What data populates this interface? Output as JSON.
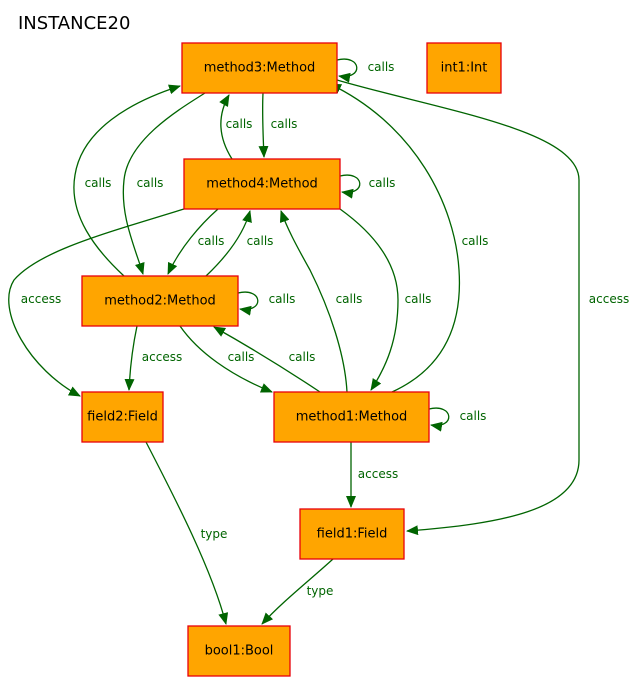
{
  "diagram": {
    "title": "INSTANCE20",
    "colors": {
      "node_fill": "#FFA500",
      "node_border": "#E8000B",
      "edge": "#006400",
      "text": "#000000"
    },
    "nodes": [
      {
        "id": "method3",
        "label": "method3:Method"
      },
      {
        "id": "int1",
        "label": "int1:Int"
      },
      {
        "id": "method4",
        "label": "method4:Method"
      },
      {
        "id": "method2",
        "label": "method2:Method"
      },
      {
        "id": "field2",
        "label": "field2:Field"
      },
      {
        "id": "method1",
        "label": "method1:Method"
      },
      {
        "id": "field1",
        "label": "field1:Field"
      },
      {
        "id": "bool1",
        "label": "bool1:Bool"
      }
    ],
    "edges": [
      {
        "from": "method3",
        "to": "method3",
        "label": "calls"
      },
      {
        "from": "method3",
        "to": "method4",
        "label": "calls"
      },
      {
        "from": "method4",
        "to": "method3",
        "label": "calls"
      },
      {
        "from": "method3",
        "to": "method2",
        "label": "calls"
      },
      {
        "from": "method2",
        "to": "method3",
        "label": "calls"
      },
      {
        "from": "method1",
        "to": "method3",
        "label": "calls"
      },
      {
        "from": "method3",
        "to": "field1",
        "label": "access"
      },
      {
        "from": "method4",
        "to": "method4",
        "label": "calls"
      },
      {
        "from": "method4",
        "to": "method2",
        "label": "calls"
      },
      {
        "from": "method2",
        "to": "method4",
        "label": "calls"
      },
      {
        "from": "method1",
        "to": "method4",
        "label": "calls"
      },
      {
        "from": "method4",
        "to": "method1",
        "label": "calls"
      },
      {
        "from": "method4",
        "to": "field2",
        "label": "access"
      },
      {
        "from": "method2",
        "to": "method2",
        "label": "calls"
      },
      {
        "from": "method2",
        "to": "field2",
        "label": "access"
      },
      {
        "from": "method2",
        "to": "method1",
        "label": "calls"
      },
      {
        "from": "method1",
        "to": "method2",
        "label": "calls"
      },
      {
        "from": "method1",
        "to": "method1",
        "label": "calls"
      },
      {
        "from": "method1",
        "to": "field1",
        "label": "access"
      },
      {
        "from": "field2",
        "to": "bool1",
        "label": "type"
      },
      {
        "from": "field1",
        "to": "bool1",
        "label": "type"
      }
    ]
  }
}
